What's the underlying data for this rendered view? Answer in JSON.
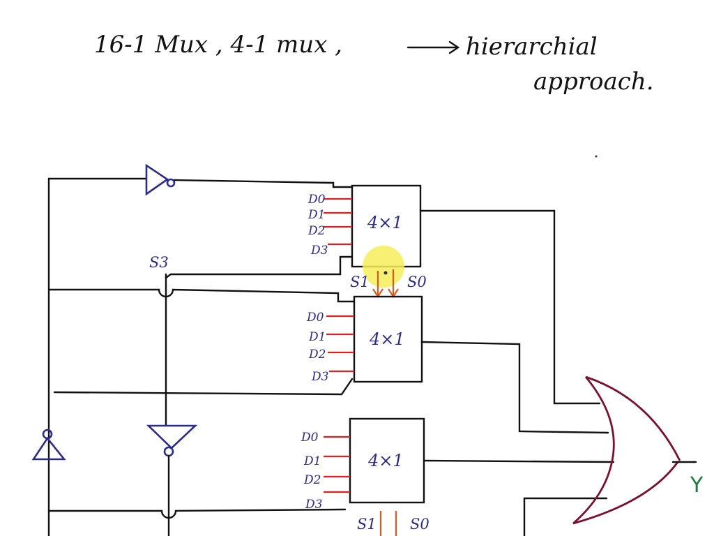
{
  "heading": {
    "line1": "16-1 Mux ,  4-1 mux ,",
    "line1_tail": "hierarchial",
    "line2": "approach."
  },
  "muxes": [
    {
      "label": "4×1",
      "inputs": [
        "D0",
        "D1",
        "D2",
        "D3"
      ]
    },
    {
      "label": "4×1",
      "inputs": [
        "D0",
        "D1",
        "D2",
        "D3"
      ]
    },
    {
      "label": "4×1",
      "inputs": [
        "D0",
        "D1",
        "D2",
        "D3"
      ]
    }
  ],
  "select_labels": {
    "s3": "S3",
    "s1": "S1",
    "s0": "S0"
  },
  "output_label": "Y",
  "colors": {
    "ink": "#111111",
    "labels": "#2b2b8a",
    "input_pins": "#e02020",
    "select_arrows": "#e2571a",
    "or_gate": "#7a1030",
    "output": "#1d7d3a",
    "cursor_highlight": "#f6ef5a"
  }
}
